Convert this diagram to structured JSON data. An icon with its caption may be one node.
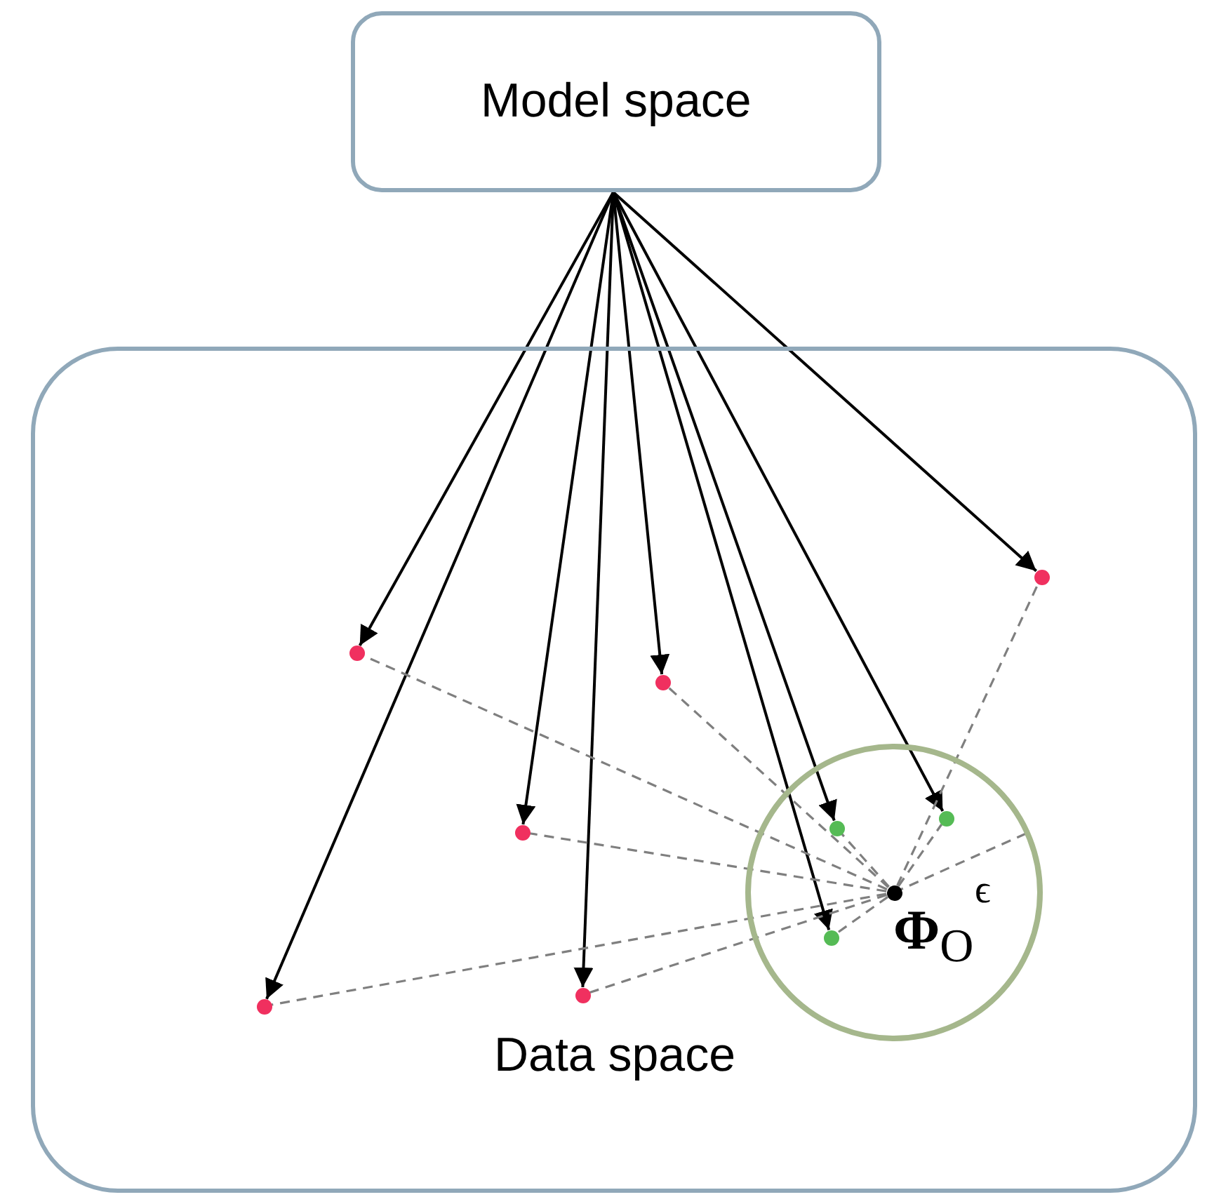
{
  "diagram": {
    "nodes": [
      {
        "text": [
          "Model space"
        ]
      },
      {
        "text": [
          "Data space"
        ]
      },
      {
        "text": [
          "ϵ"
        ],
        "in": 1
      },
      {
        "text": [],
        "shape": "circle",
        "in": 1
      },
      {
        "text": [],
        "shape": "circle",
        "in": 1
      },
      {
        "text": [],
        "shape": "circle",
        "in": 1
      },
      {
        "text": [],
        "shape": "circle",
        "in": 2
      },
      {
        "text": [],
        "shape": "circle",
        "in": 2
      },
      {
        "text": [],
        "shape": "circle",
        "in": 1
      },
      {
        "text": [],
        "shape": "circle",
        "in": 2,
        "beside": [
          "**Φ**$_{O}$"
        ]
      },
      {
        "text": [],
        "shape": "circle",
        "in": 2
      },
      {
        "text": [],
        "shape": "circle",
        "in": 1
      },
      {
        "text": [],
        "shape": "circle",
        "in": 1
      }
    ],
    "edges": [
      {
        "from": 0,
        "to": 4,
        "arrow": "to",
        "color": "#000000"
      },
      {
        "from": 0,
        "to": 12,
        "arrow": "to",
        "color": "#000000"
      },
      {
        "from": 0,
        "to": 8,
        "arrow": "to",
        "color": "#000000"
      },
      {
        "from": 0,
        "to": 11,
        "arrow": "to",
        "color": "#000000"
      },
      {
        "from": 0,
        "to": 5,
        "arrow": "to",
        "color": "#000000"
      },
      {
        "from": 0,
        "to": 10,
        "arrow": "to",
        "color": "#000000"
      },
      {
        "from": 0,
        "to": 7,
        "arrow": "to",
        "color": "#000000"
      },
      {
        "from": 0,
        "to": 6,
        "arrow": "to",
        "color": "#000000"
      },
      {
        "from": 0,
        "to": 3,
        "arrow": "to",
        "color": "#000000"
      },
      {
        "from": 9,
        "to": 3,
        "arrow": "none",
        "style": "dashed",
        "color": "#7f7f7f"
      },
      {
        "from": 9,
        "to": 4,
        "arrow": "none",
        "style": "dashed",
        "color": "#7f7f7f"
      },
      {
        "from": 9,
        "to": 5,
        "arrow": "none",
        "style": "dashed",
        "color": "#7f7f7f"
      },
      {
        "from": 9,
        "to": 6,
        "arrow": "none",
        "style": "dashed",
        "color": "#7f7f7f"
      },
      {
        "from": 9,
        "to": 7,
        "arrow": "none",
        "style": "dashed",
        "color": "#7f7f7f"
      },
      {
        "from": 9,
        "to": 8,
        "arrow": "none",
        "style": "dashed",
        "color": "#7f7f7f"
      },
      {
        "from": 9,
        "to": 10,
        "arrow": "none",
        "style": "dashed",
        "color": "#7f7f7f"
      },
      {
        "from": 9,
        "to": 11,
        "arrow": "none",
        "style": "dashed",
        "color": "#7f7f7f"
      },
      {
        "from": 9,
        "to": 12,
        "arrow": "none",
        "style": "dashed",
        "color": "#7f7f7f"
      }
    ]
  }
}
